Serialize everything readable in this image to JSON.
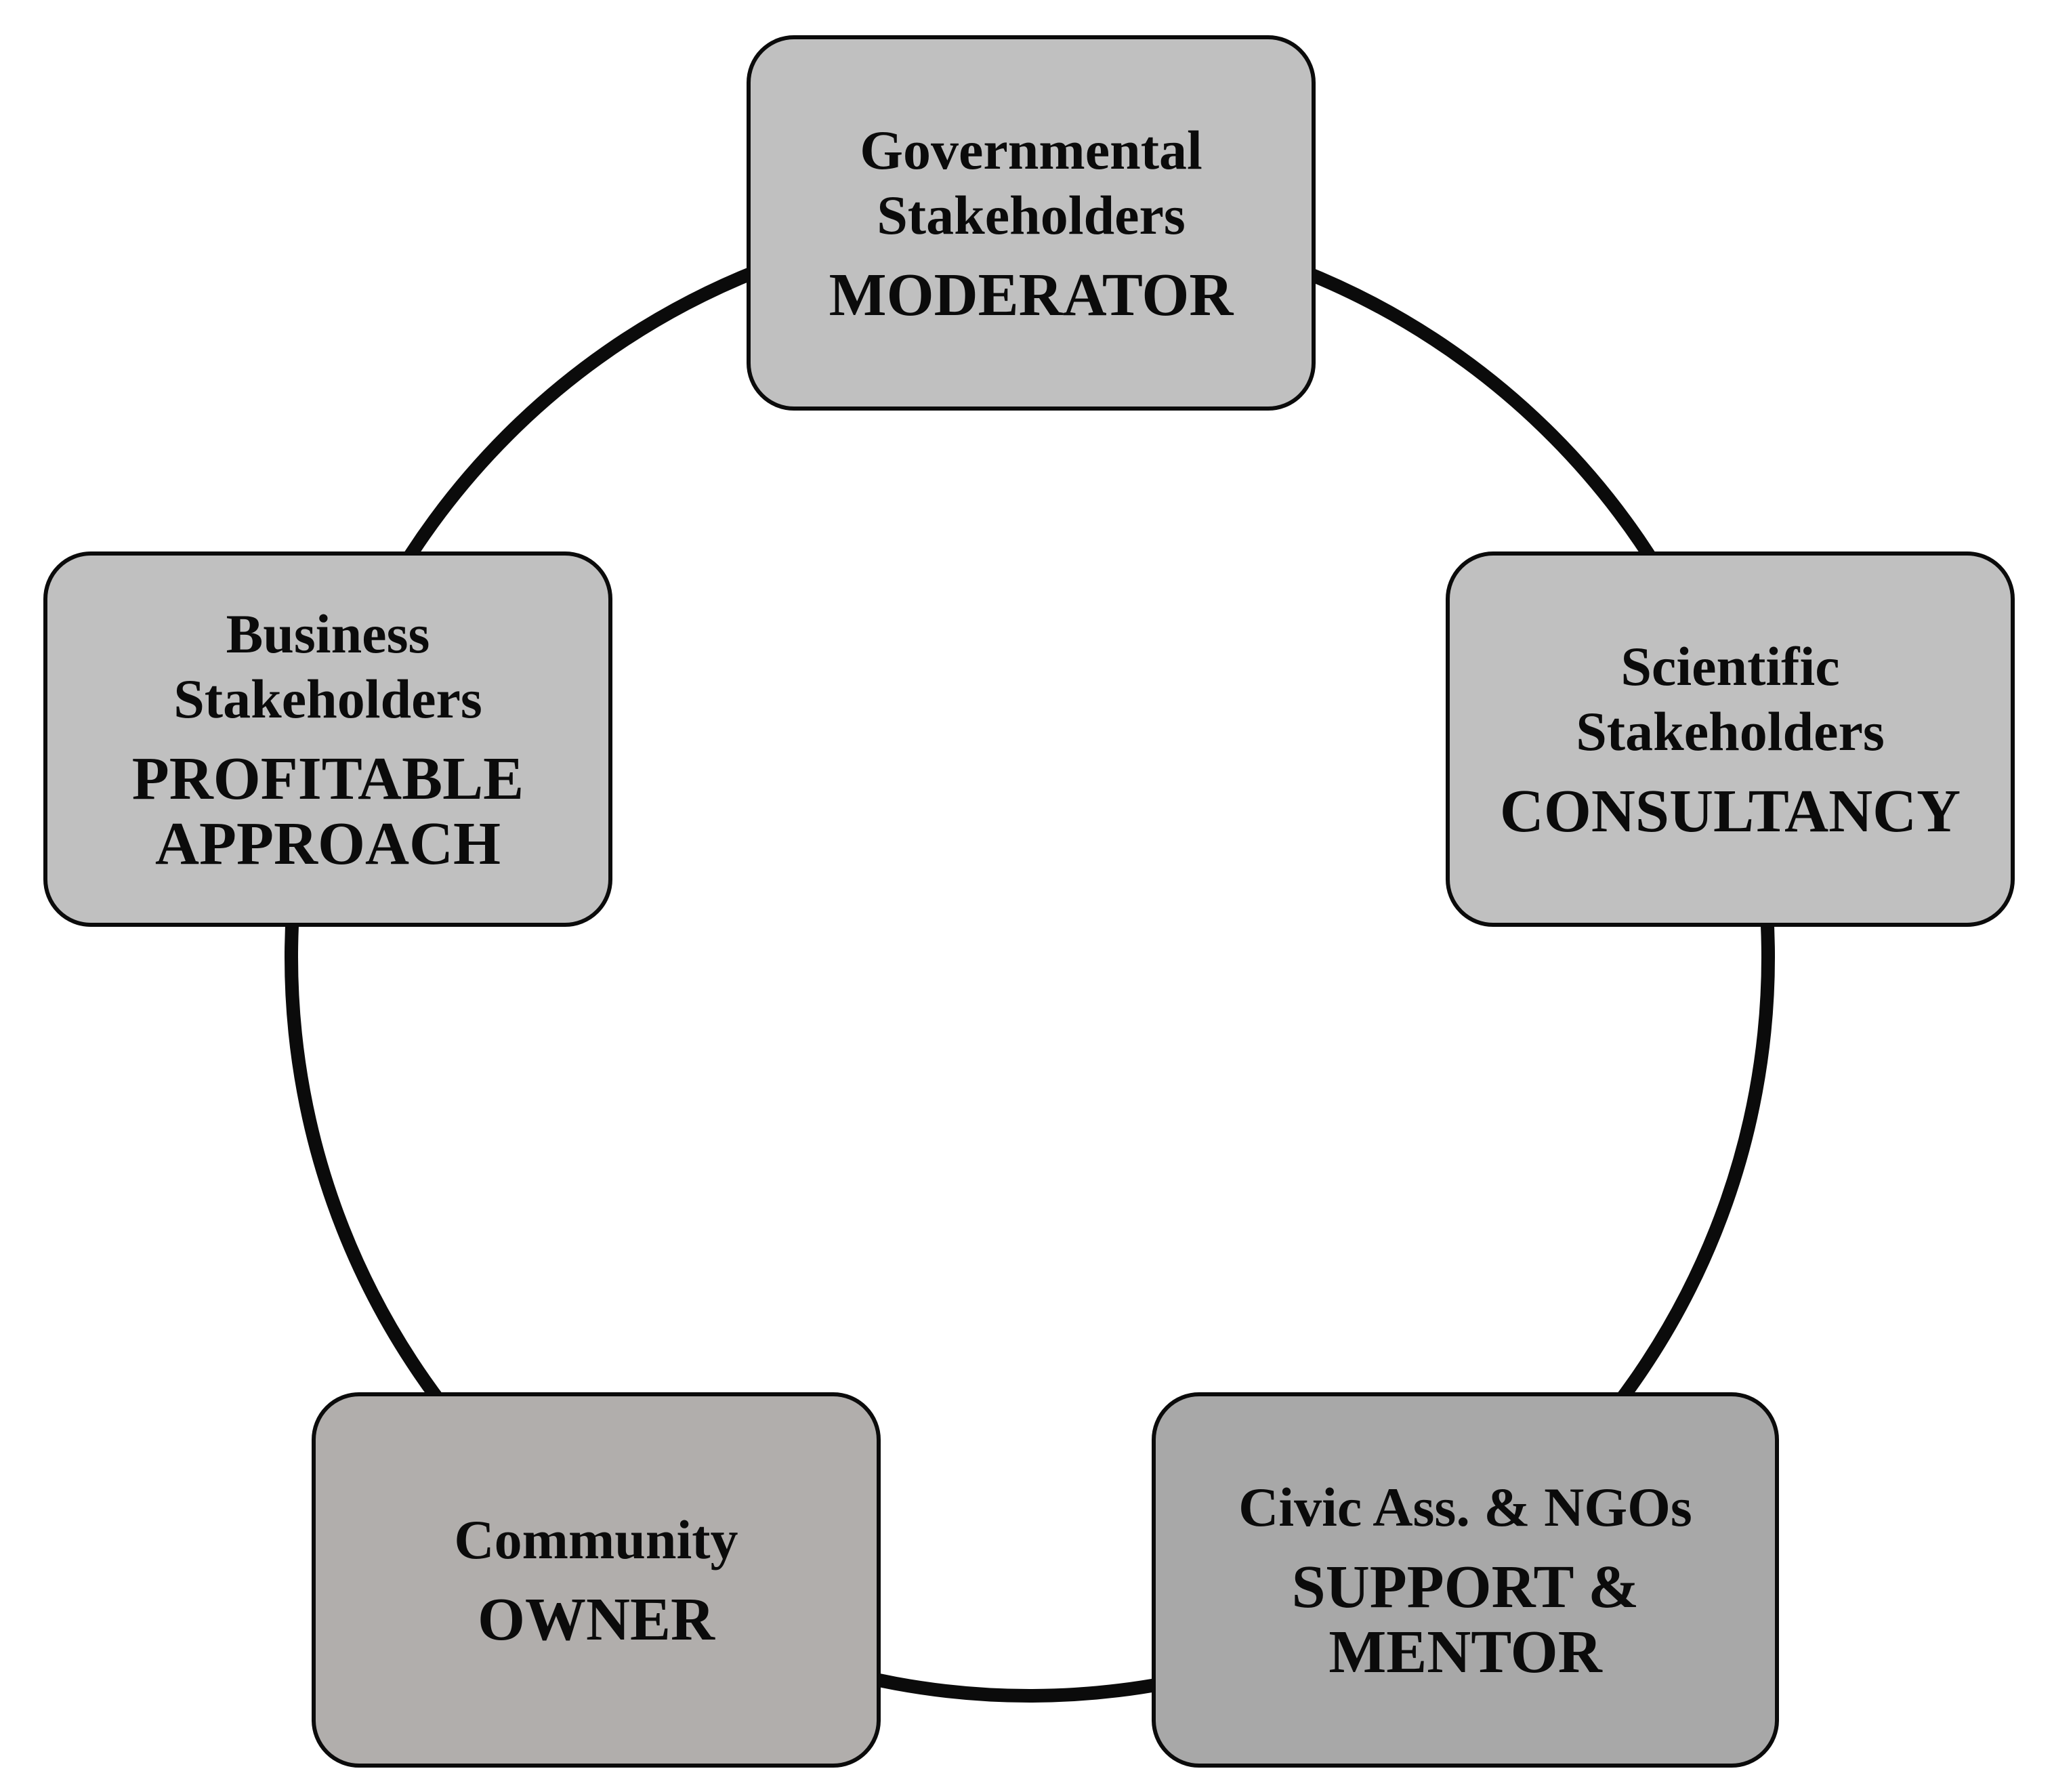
{
  "diagram": {
    "nodes": [
      {
        "id": "governmental",
        "title": "Governmental\nStakeholders",
        "role": "MODERATOR",
        "fill": "#c0c0c0"
      },
      {
        "id": "scientific",
        "title": "Scientific\nStakeholders",
        "role": "CONSULTANCY",
        "fill": "#c0c0c0"
      },
      {
        "id": "civic",
        "title": "Civic Ass. & NGOs",
        "role": "SUPPORT &\nMENTOR",
        "fill": "#a8a8a8"
      },
      {
        "id": "community",
        "title": "Community",
        "role": "OWNER",
        "fill": "#b1aeac"
      },
      {
        "id": "business",
        "title": "Business\nStakeholders",
        "role": "PROFITABLE\nAPPROACH",
        "fill": "#c0c0c0"
      }
    ],
    "ring_color": "#0b0b0b"
  }
}
